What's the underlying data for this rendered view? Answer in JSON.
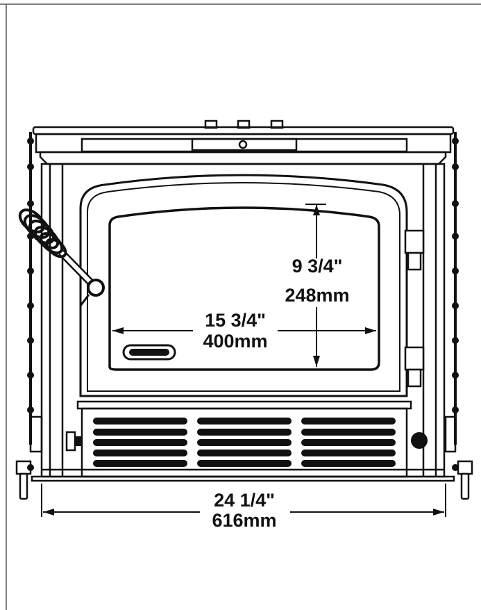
{
  "drawing": {
    "line_color": "#111111",
    "background": "#ffffff",
    "dimensions": {
      "height": {
        "imperial": "9 3/4\"",
        "metric": "248mm"
      },
      "glass_width": {
        "imperial": "15 3/4\"",
        "metric": "400mm"
      },
      "overall_width": {
        "imperial": "24 1/4\"",
        "metric": "616mm"
      }
    },
    "icons": {
      "handle": "coil-handle-icon",
      "badge": "logo-badge-icon",
      "knob": "air-control-knob-icon"
    }
  }
}
